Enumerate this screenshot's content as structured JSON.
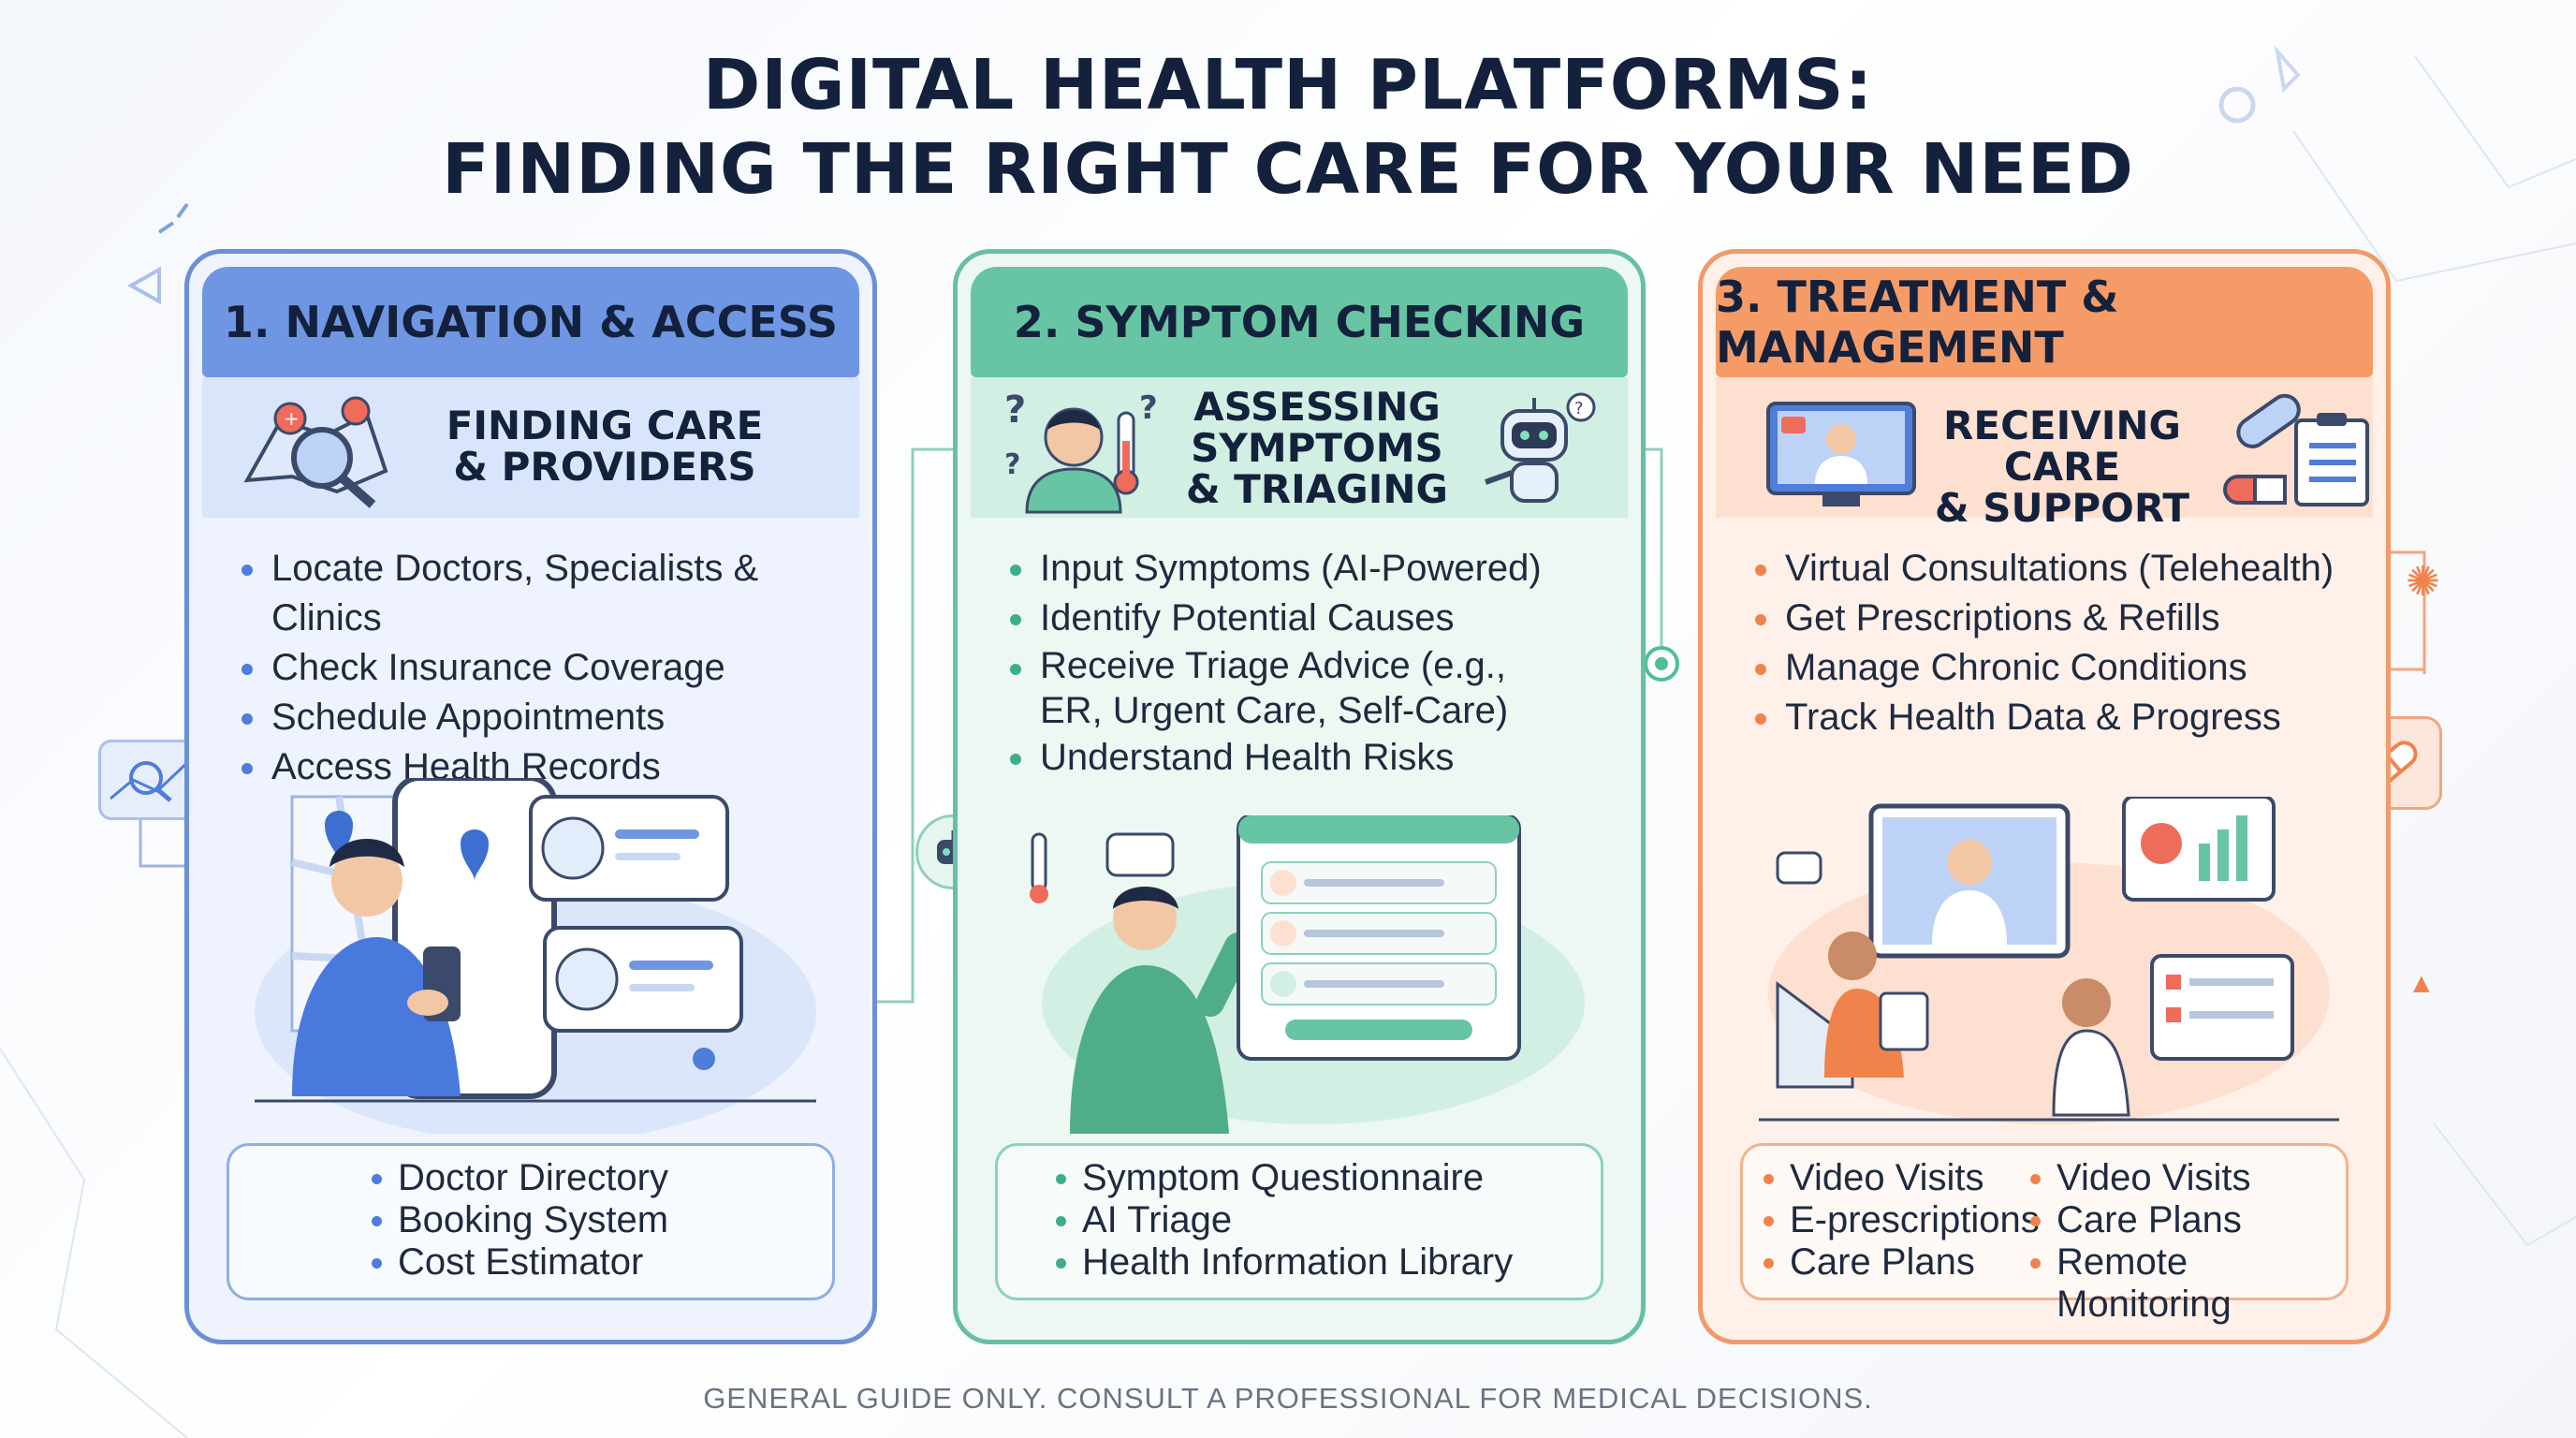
{
  "title": {
    "line1": "DIGITAL HEALTH PLATFORMS:",
    "line2": "FINDING THE RIGHT CARE FOR YOUR NEED"
  },
  "panels": [
    {
      "heading": "1. NAVIGATION & ACCESS",
      "subheading_line1": "FINDING CARE",
      "subheading_line2": "& PROVIDERS",
      "bullets": [
        "Locate Doctors, Specialists & Clinics",
        "Check Insurance Coverage",
        "Schedule Appointments",
        "Access Health Records"
      ],
      "tools": [
        "Doctor Directory",
        "Booking System",
        "Cost Estimator"
      ],
      "accent": "#6f96e3"
    },
    {
      "heading": "2. SYMPTOM CHECKING",
      "subheading_line1": "ASSESSING",
      "subheading_line2": "SYMPTOMS",
      "subheading_line3": "& TRIAGING",
      "bullets": [
        "Input Symptoms (AI-Powered)",
        "Identify Potential Causes",
        "Receive Triage Advice (e.g.,",
        "ER, Urgent Care, Self-Care)",
        "Understand Health Risks"
      ],
      "tools": [
        "Symptom Questionnaire",
        "AI Triage",
        "Health Information Library"
      ],
      "accent": "#67c5a3"
    },
    {
      "heading": "3. TREATMENT & MANAGEMENT",
      "subheading_line1": "RECEIVING CARE",
      "subheading_line2": "& SUPPORT",
      "bullets": [
        "Virtual Consultations (Telehealth)",
        "Get Prescriptions & Refills",
        "Manage Chronic Conditions",
        "Track Health Data & Progress"
      ],
      "tools_left": [
        "Video Visits",
        "E-prescriptions",
        "Care Plans"
      ],
      "tools_right": [
        "Video Visits",
        "Care Plans",
        "Remote Monitoring"
      ],
      "accent": "#f59b68"
    }
  ],
  "footer": "GENERAL GUIDE ONLY. CONSULT A PROFESSIONAL FOR MEDICAL DECISIONS."
}
